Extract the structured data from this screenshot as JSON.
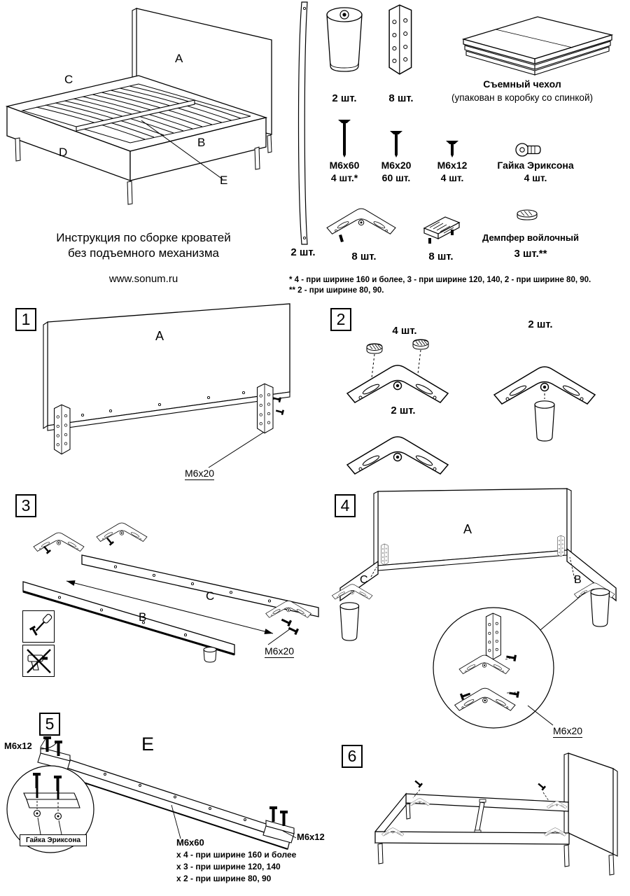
{
  "header": {
    "title_line1": "Инструкция по сборке кроватей",
    "title_line2": "без подъемного механизма",
    "website": "www.sonum.ru"
  },
  "overview": {
    "label_a": "A",
    "label_b": "B",
    "label_c": "C",
    "label_d": "D",
    "label_e": "E"
  },
  "parts": {
    "slat_qty": "2 шт.",
    "leg_qty": "2 шт.",
    "bracket_qty": "8 шт.",
    "cover_title": "Съемный чехол",
    "cover_note": "(упакован в коробку со спинкой)",
    "m6x60_name": "М6х60",
    "m6x60_qty": "4 шт.*",
    "m6x20_name": "М6х20",
    "m6x20_qty": "60 шт.",
    "m6x12_name": "М6х12",
    "m6x12_qty": "4 шт.",
    "nut_name": "Гайка Эриксона",
    "nut_qty": "4 шт.",
    "plate_qty": "8 шт.",
    "small_bracket_qty": "8 шт.",
    "damper_name": "Демпфер войлочный",
    "damper_qty": "3 шт.**",
    "footnote1": "* 4 - при ширине 160 и более, 3 - при ширине 120, 140, 2 - при ширине 80, 90.",
    "footnote2": "** 2 - при ширине 80, 90."
  },
  "steps": {
    "s1": {
      "num": "1",
      "label_a": "A",
      "bolt": "М6х20"
    },
    "s2": {
      "num": "2",
      "qty_top": "4 шт.",
      "qty_right": "2 шт.",
      "qty_bottom": "2 шт."
    },
    "s3": {
      "num": "3",
      "label_b": "B",
      "label_c": "C",
      "bolt": "М6х20"
    },
    "s4": {
      "num": "4",
      "label_a": "A",
      "label_b": "B",
      "label_c": "C",
      "bolt": "М6х20"
    },
    "s5": {
      "num": "5",
      "label_e": "E",
      "bolt_left": "М6х12",
      "bolt_right": "М6х12",
      "nut": "Гайка Эриксона",
      "bolt_center": "М6х60",
      "note1": "х 4 - при ширине 160 и более",
      "note2": "х 3 - при ширине 120, 140",
      "note3": "х 2 - при ширине 80, 90"
    },
    "s6": {
      "num": "6"
    }
  }
}
